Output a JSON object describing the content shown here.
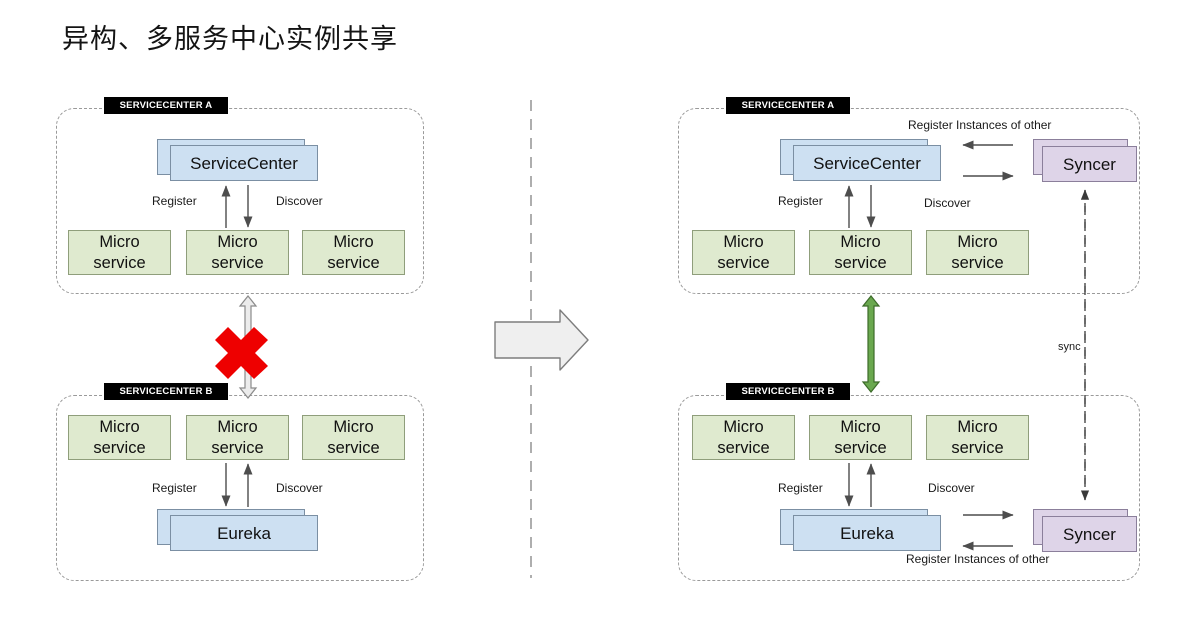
{
  "title": "异构、多服务中心实例共享",
  "colors": {
    "micro_fill": "#dfeacf",
    "blue_fill": "#cde0f2",
    "purple_fill": "#ded4e8",
    "badge_bg": "#000000",
    "badge_text": "#ffffff",
    "green_arrow": "#6aa84f",
    "red_cross": "#ee0000",
    "grey_arrow": "#e8e8e8",
    "zone_border": "#9a9a9a"
  },
  "left_panel": {
    "zone_a": {
      "badge": "SERVICECENTER A",
      "center_node": "ServiceCenter",
      "register_label": "Register",
      "discover_label": "Discover",
      "micro_services": [
        "Micro\nservice",
        "Micro\nservice",
        "Micro\nservice"
      ]
    },
    "zone_b": {
      "badge": "SERVICECENTER B",
      "center_node": "Eureka",
      "register_label": "Register",
      "discover_label": "Discover",
      "micro_services": [
        "Micro\nservice",
        "Micro\nservice",
        "Micro\nservice"
      ]
    },
    "link": {
      "icon": "blocked-bidirectional-arrow",
      "cross_icon": "red-cross-icon"
    }
  },
  "transition": {
    "divider": "dashed-vertical-divider",
    "arrow_icon": "right-block-arrow"
  },
  "right_panel": {
    "zone_a": {
      "badge": "SERVICECENTER A",
      "center_node": "ServiceCenter",
      "register_label": "Register",
      "discover_label": "Discover",
      "micro_services": [
        "Micro\nservice",
        "Micro\nservice",
        "Micro\nservice"
      ],
      "syncer_node": "Syncer",
      "syncer_label": "Register Instances of other"
    },
    "zone_b": {
      "badge": "SERVICECENTER B",
      "center_node": "Eureka",
      "register_label": "Register",
      "discover_label": "Discover",
      "micro_services": [
        "Micro\nservice",
        "Micro\nservice",
        "Micro\nservice"
      ],
      "syncer_node": "Syncer",
      "syncer_label": "Register Instances of other"
    },
    "sync_label": "sync",
    "link": {
      "icon": "green-bidirectional-arrow"
    }
  }
}
